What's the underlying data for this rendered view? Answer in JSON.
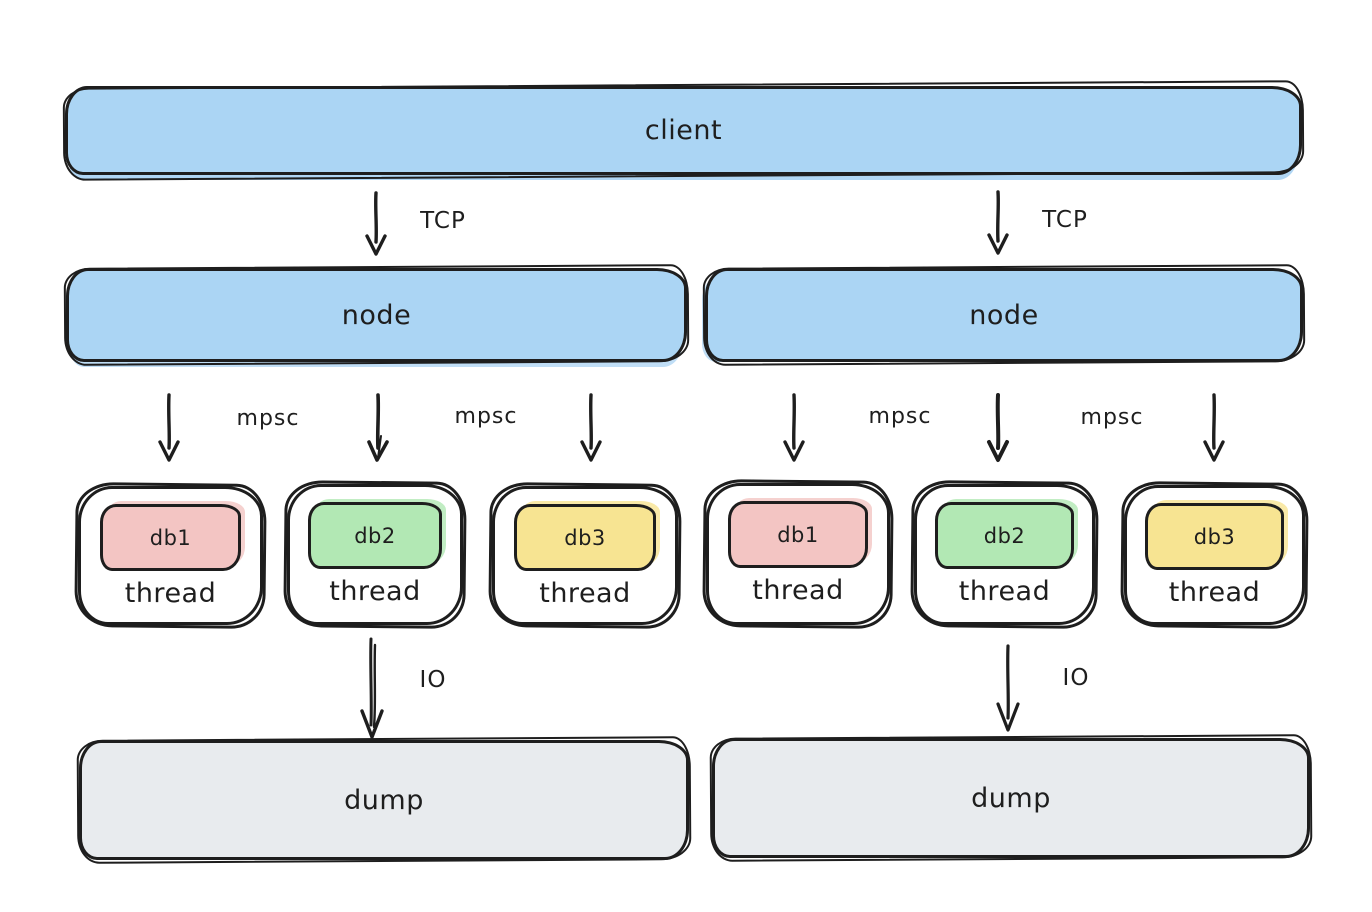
{
  "diagram": {
    "client_label": "client",
    "groups": [
      {
        "node_label": "node",
        "tcp_label": "TCP",
        "mpsc_labels": [
          "mpsc",
          "mpsc"
        ],
        "io_label": "IO",
        "threads": [
          {
            "db_label": "db1",
            "thread_label": "thread",
            "db_color": "#f3c5c3"
          },
          {
            "db_label": "db2",
            "thread_label": "thread",
            "db_color": "#b2e8b4"
          },
          {
            "db_label": "db3",
            "thread_label": "thread",
            "db_color": "#f7e492"
          }
        ],
        "dump_label": "dump"
      },
      {
        "node_label": "node",
        "tcp_label": "TCP",
        "mpsc_labels": [
          "mpsc",
          "mpsc"
        ],
        "io_label": "IO",
        "threads": [
          {
            "db_label": "db1",
            "thread_label": "thread",
            "db_color": "#f3c5c3"
          },
          {
            "db_label": "db2",
            "thread_label": "thread",
            "db_color": "#b2e8b4"
          },
          {
            "db_label": "db3",
            "thread_label": "thread",
            "db_color": "#f7e492"
          }
        ],
        "dump_label": "dump"
      }
    ],
    "colors": {
      "node_fill": "#abd5f4",
      "db1_fill": "#f3c5c3",
      "db2_fill": "#b2e8b4",
      "db3_fill": "#f7e492",
      "dump_fill": "#e8ebee",
      "stroke": "#1e1e1e",
      "background": "#ffffff"
    }
  }
}
